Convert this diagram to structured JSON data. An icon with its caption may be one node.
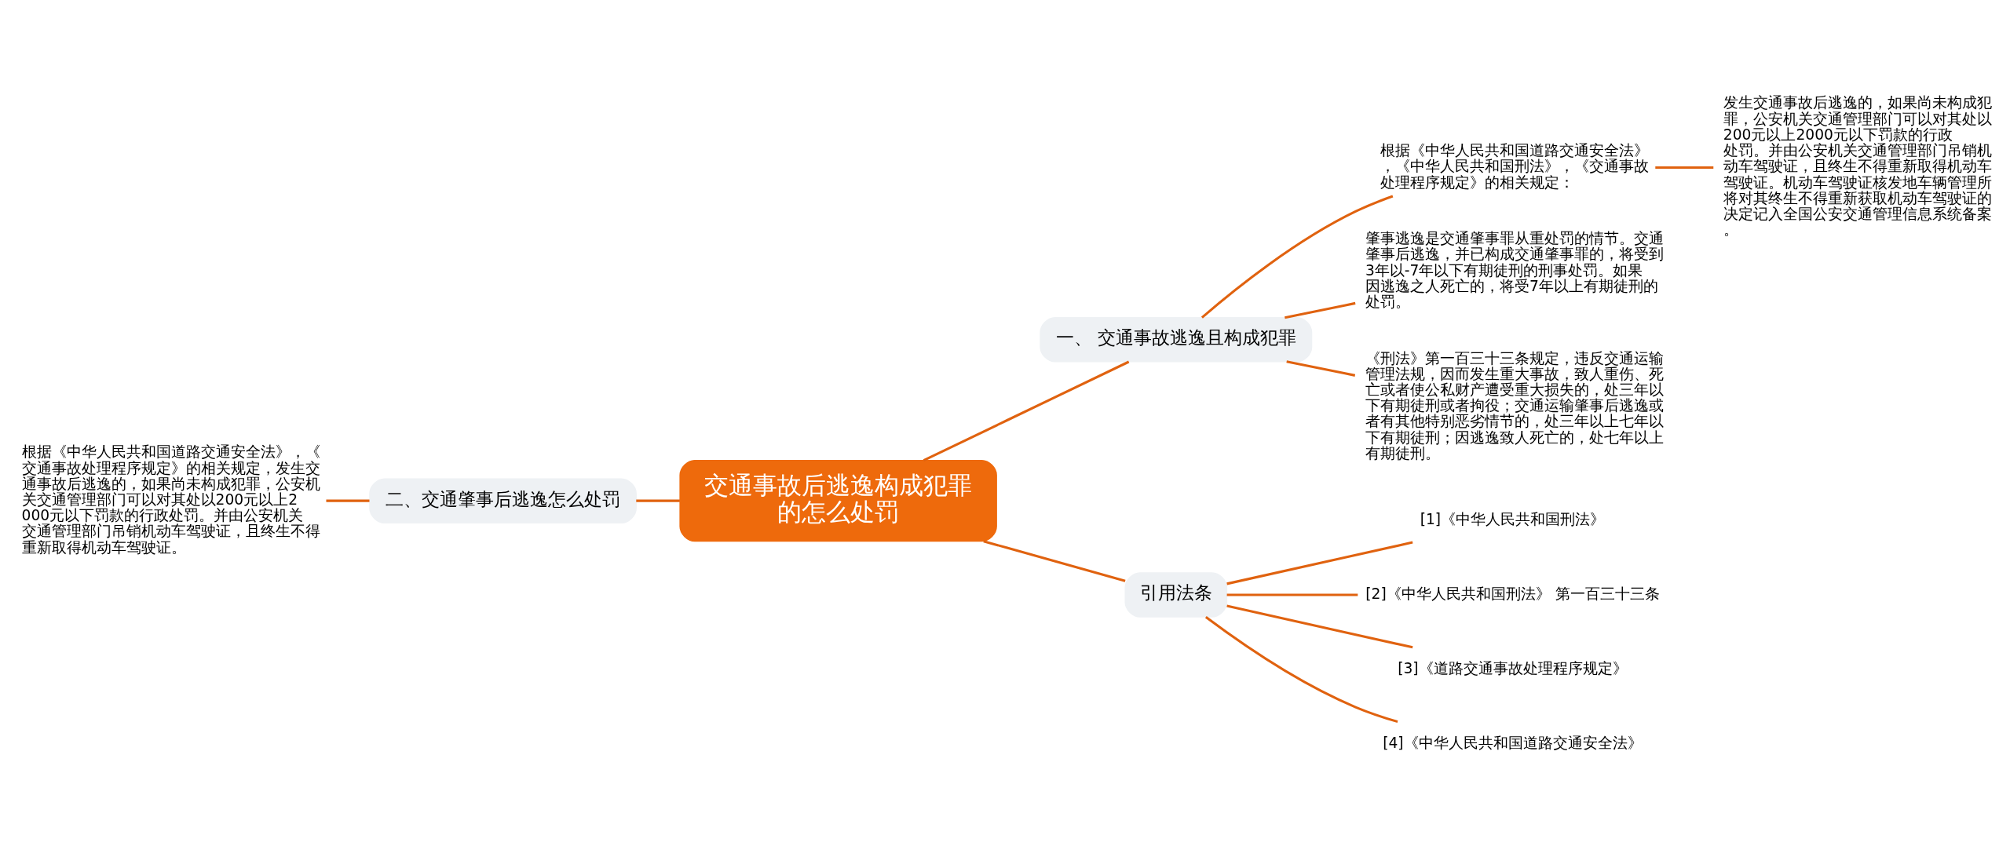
{
  "diagram": {
    "nodes": [
      {
        "text": [
          "交通事故后逃逸构成犯罪的怎么处罚"
        ]
      },
      {
        "text": [
          "一、 交通事故逃逸且构成犯罪"
        ]
      },
      {
        "text": [
          "根据《中华人民共和国道路交通安全法》，《中华人民共和国刑法》，《交通事故处理程序规定》的相关规定："
        ]
      },
      {
        "text": [
          "发生交通事故后逃逸的，如果尚未构成犯罪，公安机关交通管理部门可以对其处以200元以上2000元以下罚款的行政处罚。并由公安机关交通管理部门吊销机动车驾驶证，且终生不得重新取得机动车驾驶证。机动车驾驶证核发地车辆管理所将对其终生不得重新获取机动车驾驶证的决定记入全国公安交通管理信息系统备案。"
        ]
      },
      {
        "text": [
          "肇事逃逸是交通肇事罪从重处罚的情节。交通肇事后逃逸，并已构成交通肇事罪的，将受到3年以-7年以下有期徒刑的刑事处罚。如果因逃逸之人死亡的，将受7年以上有期徒刑的处罚。"
        ]
      },
      {
        "text": [
          "《刑法》第一百三十三条规定，违反交通运输管理法规，因而发生重大事故，致人重伤、死亡或者使公私财产遭受重大损失的，处三年以下有期徒刑或者拘役；交通运输肇事后逃逸或者有其他特别恶劣情节的，处三年以上七年以下有期徒刑；因逃逸致人死亡的，处七年以上有期徒刑。"
        ]
      },
      {
        "text": [
          "引用法条"
        ]
      },
      {
        "text": [
          "[1]《中华人民共和国刑法》"
        ]
      },
      {
        "text": [
          "[2]《中华人民共和国刑法》 第一百三十三条"
        ]
      },
      {
        "text": [
          "[3]《道路交通事故处理程序规定》"
        ]
      },
      {
        "text": [
          "[4]《中华人民共和国道路交通安全法》"
        ]
      },
      {
        "text": [
          "二、交通肇事后逃逸怎么处罚"
        ]
      },
      {
        "text": [
          "根据《中华人民共和国道路交通安全法》，《交通事故处理程序规定》的相关规定，发生交通事故后逃逸的，如果尚未构成犯罪，公安机关交通管理部门可以对其处以200元以上2000元以下罚款的行政处罚。并由公安机关交通管理部门吊销机动车驾驶证，且终生不得重新取得机动车驾驶证。"
        ]
      }
    ],
    "edges": [
      {
        "from": 0,
        "to": 1,
        "arrow": "none"
      },
      {
        "from": 1,
        "to": 2,
        "arrow": "none"
      },
      {
        "from": 2,
        "to": 3,
        "arrow": "none"
      },
      {
        "from": 1,
        "to": 4,
        "arrow": "none"
      },
      {
        "from": 1,
        "to": 5,
        "arrow": "none"
      },
      {
        "from": 0,
        "to": 6,
        "arrow": "none"
      },
      {
        "from": 6,
        "to": 7,
        "arrow": "none"
      },
      {
        "from": 6,
        "to": 8,
        "arrow": "none"
      },
      {
        "from": 6,
        "to": 9,
        "arrow": "none"
      },
      {
        "from": 6,
        "to": 10,
        "arrow": "none"
      },
      {
        "from": 0,
        "to": 11,
        "arrow": "none"
      },
      {
        "from": 11,
        "to": 12,
        "arrow": "none"
      }
    ]
  }
}
